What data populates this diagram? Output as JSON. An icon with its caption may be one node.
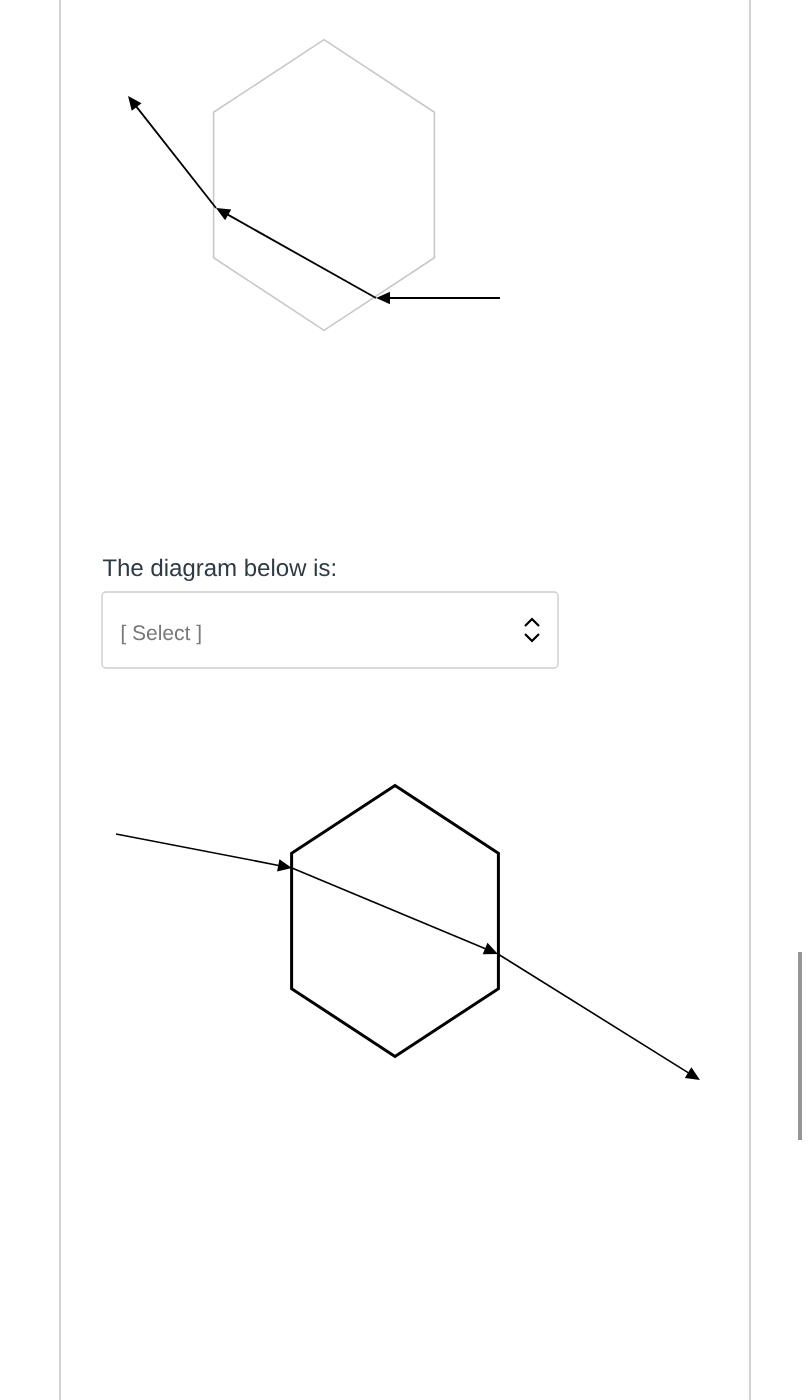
{
  "diagram": {
    "nodes": [
      {
        "text": [],
        "shape": "hexagon"
      },
      {
        "text": [],
        "shape": "hexagon"
      }
    ],
    "labels": [
      "The diagram below is:",
      "[ Select ]"
    ]
  }
}
